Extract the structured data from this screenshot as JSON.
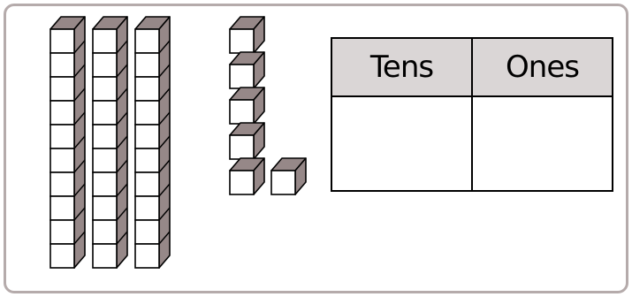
{
  "colors": {
    "card_border": "#b5abab",
    "cube_face": "#ffffff",
    "cube_side": "#968888",
    "outline": "#000000",
    "header_fill": "#dad6d6"
  },
  "blocks": {
    "tens_rods": 3,
    "ones_cubes": 6,
    "cubes_per_rod": 10
  },
  "table": {
    "headers": [
      "Tens",
      "Ones"
    ],
    "values": [
      "",
      ""
    ]
  }
}
